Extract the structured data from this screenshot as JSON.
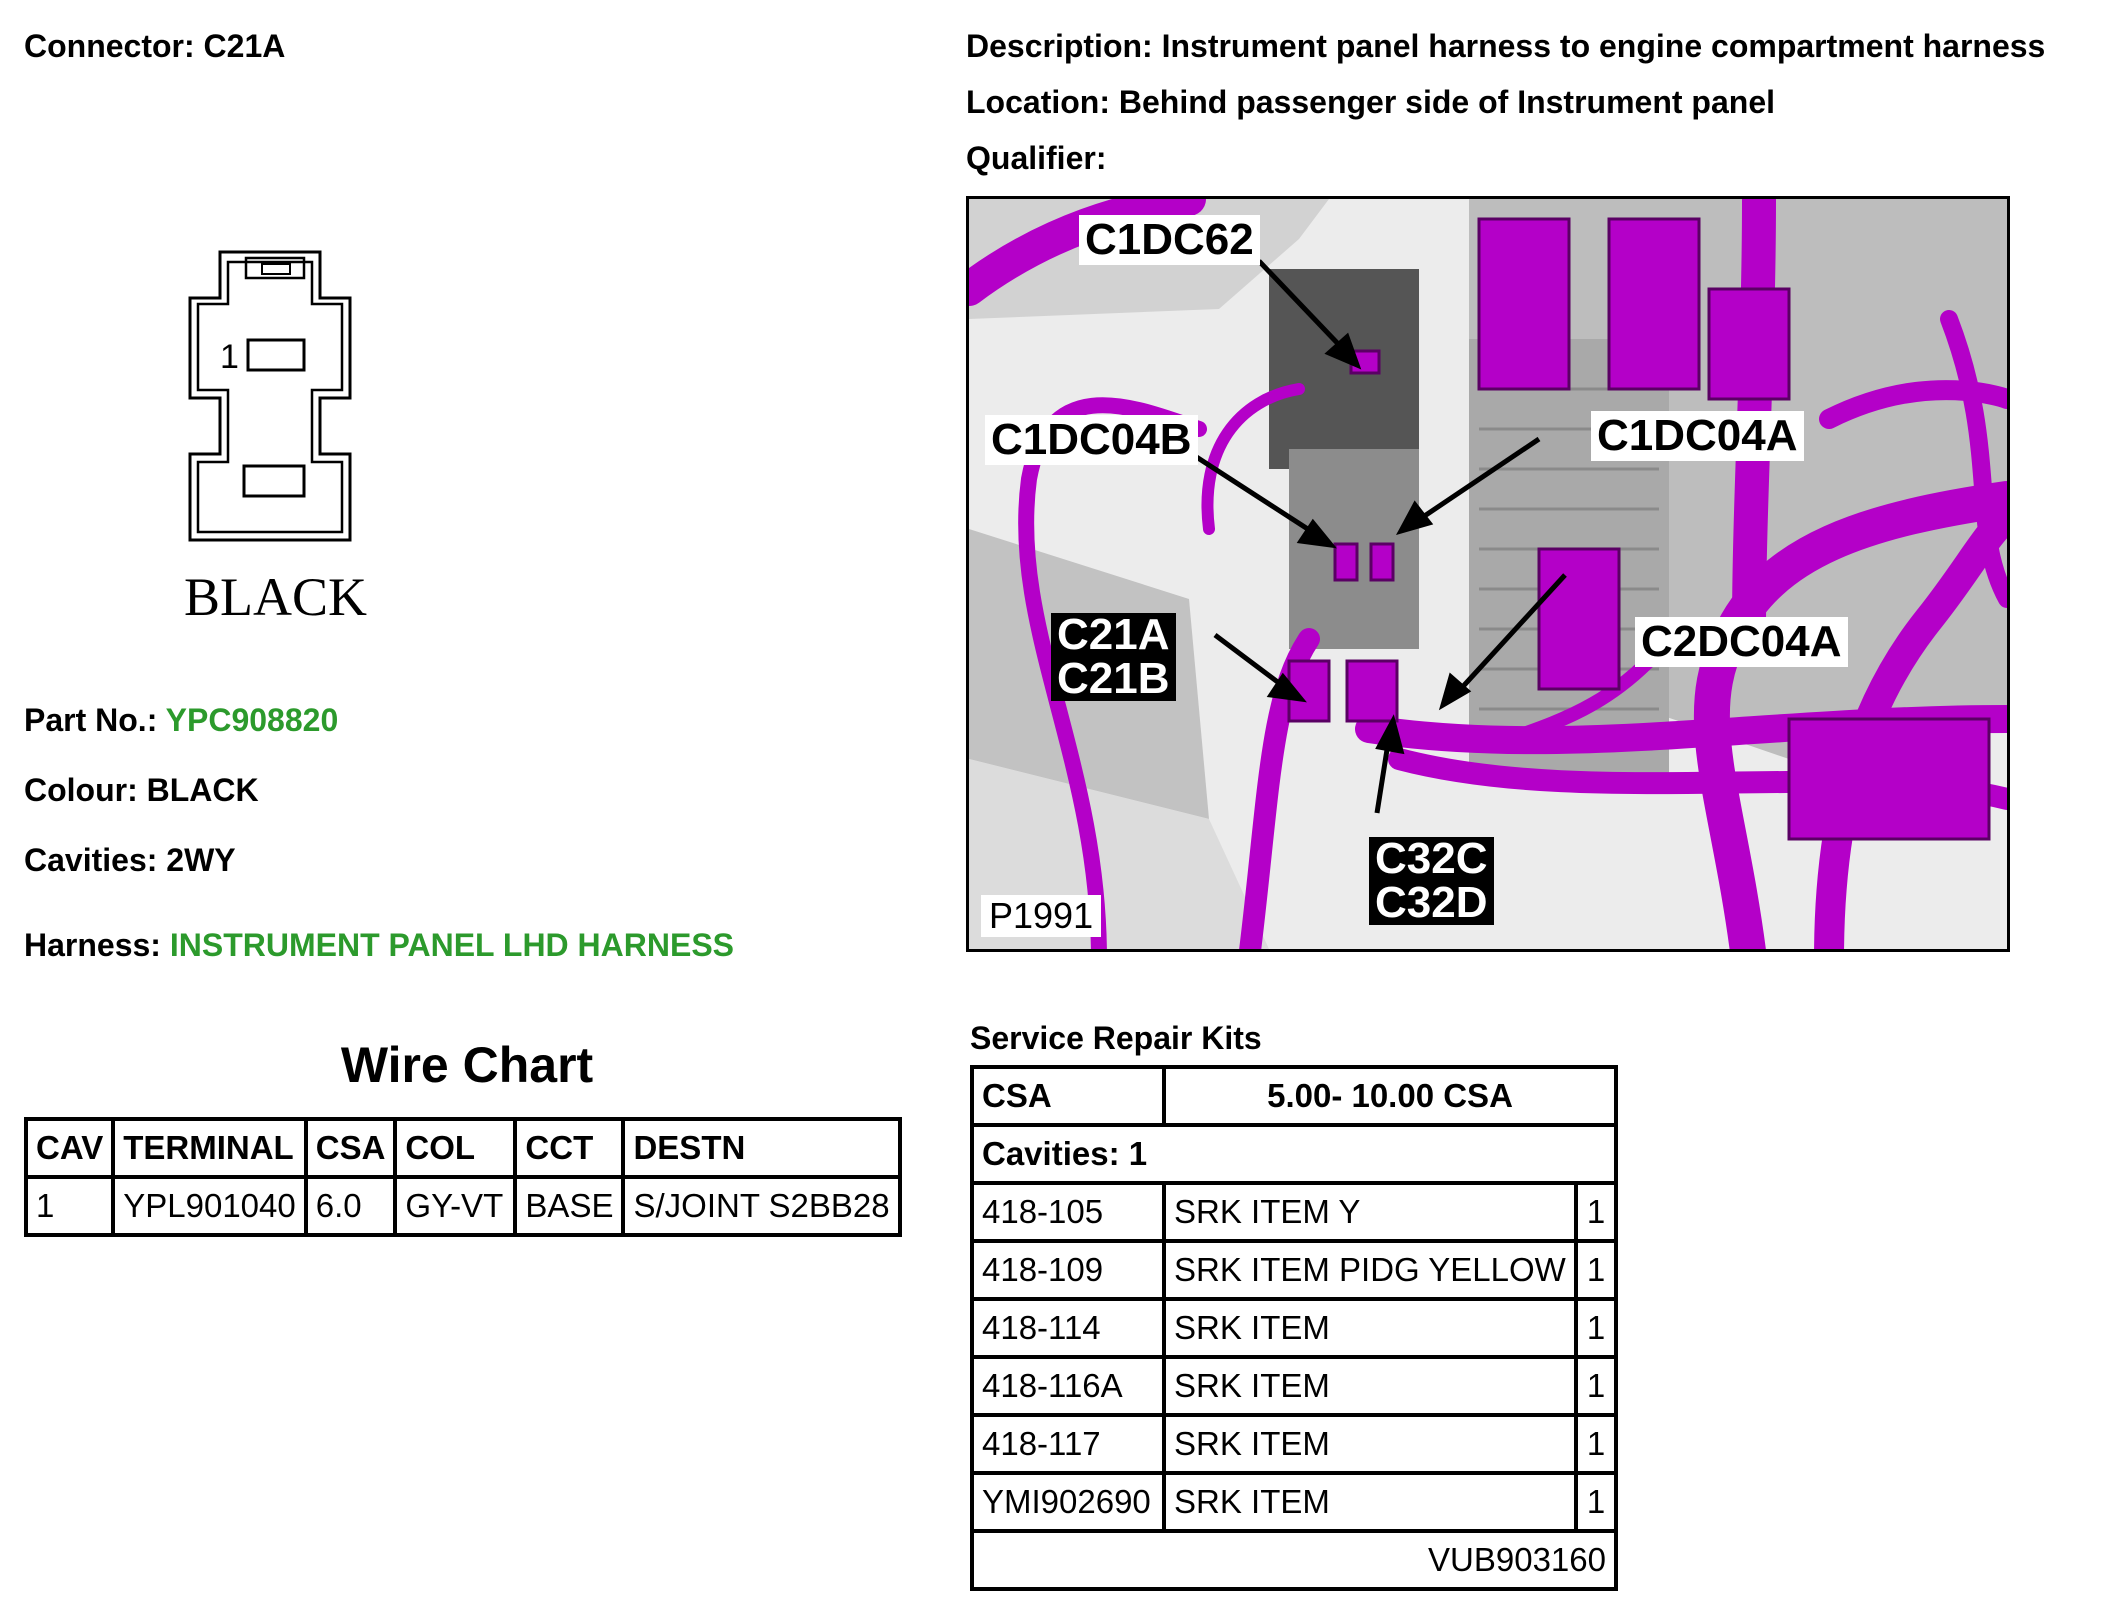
{
  "connector": {
    "label": "Connector:",
    "value": "C21A"
  },
  "description": {
    "label": "Description:",
    "value": "Instrument panel harness to engine compartment harness"
  },
  "location": {
    "label": "Location:",
    "value": "Behind passenger side of Instrument panel"
  },
  "qualifier": {
    "label": "Qualifier:",
    "value": ""
  },
  "connector_face": {
    "cavity_number": "1",
    "colour_text": "BLACK"
  },
  "part_no": {
    "label": "Part No.:",
    "value": "YPC908820"
  },
  "colour": {
    "label": "Colour:",
    "value": "BLACK"
  },
  "cavities": {
    "label": "Cavities:",
    "value": "2WY"
  },
  "harness": {
    "label": "Harness:",
    "value": "INSTRUMENT PANEL LHD HARNESS"
  },
  "photo": {
    "id": "P1991",
    "callouts": [
      "C1DC62",
      "C1DC04B",
      "C1DC04A",
      "C21A",
      "C21B",
      "C2DC04A",
      "C32C",
      "C32D"
    ]
  },
  "wire_chart": {
    "title": "Wire Chart",
    "headers": [
      "CAV",
      "TERMINAL",
      "CSA",
      "COL",
      "CCT",
      "DESTN"
    ],
    "rows": [
      [
        "1",
        "YPL901040",
        "6.0",
        "GY-VT",
        "BASE",
        "S/JOINT S2BB28"
      ]
    ]
  },
  "service_kits": {
    "title": "Service Repair Kits",
    "csa_label": "CSA",
    "csa_value": "5.00- 10.00 CSA",
    "cavities_label": "Cavities: 1",
    "items": [
      [
        "418-105",
        "SRK ITEM Y",
        "1"
      ],
      [
        "418-109",
        "SRK ITEM PIDG YELLOW",
        "1"
      ],
      [
        "418-114",
        "SRK ITEM",
        "1"
      ],
      [
        "418-116A",
        "SRK ITEM",
        "1"
      ],
      [
        "418-117",
        "SRK ITEM",
        "1"
      ],
      [
        "YMI902690",
        "SRK ITEM",
        "1"
      ]
    ],
    "footer": "VUB903160"
  },
  "colors": {
    "accent_green": "#2c9a2c",
    "harness_magenta": "#b400c8"
  }
}
